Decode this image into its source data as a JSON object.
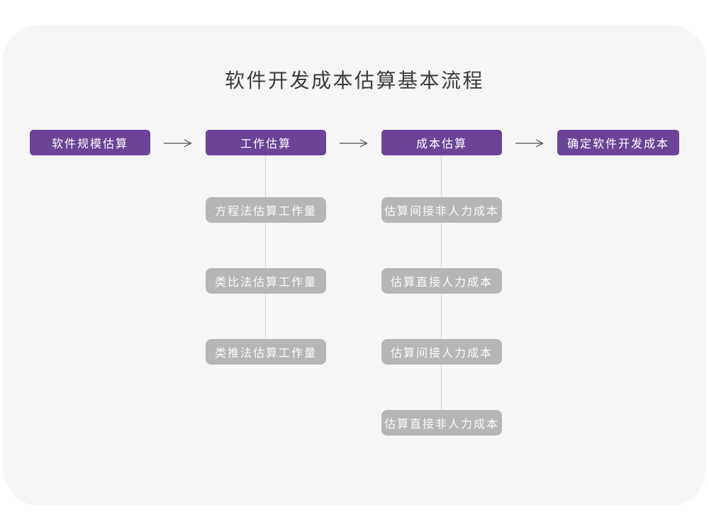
{
  "diagram": {
    "title": "软件开发成本估算基本流程",
    "steps": [
      {
        "label": "软件规模估算",
        "children": []
      },
      {
        "label": "工作估算",
        "children": [
          "方程法估算工作量",
          "类比法估算工作量",
          "类推法估算工作量"
        ]
      },
      {
        "label": "成本估算",
        "children": [
          "估算间接非人力成本",
          "估算直接人力成本",
          "估算间接人力成本",
          "估算直接非人力成本"
        ]
      },
      {
        "label": "确定软件开发成本",
        "children": []
      }
    ]
  },
  "colors": {
    "accent_purple": "#6b4397",
    "sub_box_gray": "#b6b6b6",
    "card_background": "#f6f6f7",
    "arrow_gray": "#4f4f4f",
    "connector_gray": "#d4d4d4",
    "title_text": "#3b3b3b"
  }
}
